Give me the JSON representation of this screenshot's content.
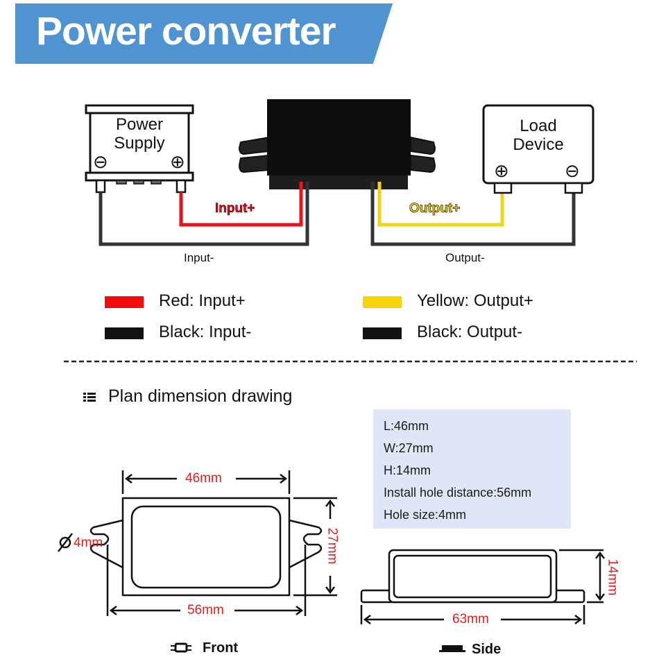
{
  "header": {
    "title": "Power converter",
    "accent_color": "#4f93d0"
  },
  "wiring_diagram": {
    "power_supply": {
      "line1": "Power",
      "line2": "Supply",
      "neg_symbol": "⊖",
      "pos_symbol": "⊕"
    },
    "load_device": {
      "line1": "Load",
      "line2": "Device",
      "pos_symbol": "⊕",
      "neg_symbol": "⊖"
    },
    "wires": {
      "input_plus": {
        "label": "Input+",
        "color": "#e8141b"
      },
      "input_minus": {
        "label": "Input-",
        "color": "#333333"
      },
      "output_plus": {
        "label": "Output+",
        "color": "#f3d21a"
      },
      "output_minus": {
        "label": "Output-",
        "color": "#333333"
      }
    }
  },
  "legend": [
    {
      "color": "#f20d0d",
      "label": "Red: Input+"
    },
    {
      "color": "#111111",
      "label": "Black: Input-"
    },
    {
      "color": "#f8d20a",
      "label": "Yellow: Output+"
    },
    {
      "color": "#111111",
      "label": "Black: Output-"
    }
  ],
  "dimensions_section": {
    "title": "Plan dimension drawing",
    "specs": [
      "L:46mm",
      "W:27mm",
      "H:14mm",
      "Install hole distance:56mm",
      "Hole size:4mm"
    ],
    "front": {
      "length": "46mm",
      "width": "27mm",
      "hole_distance": "56mm",
      "hole_diameter": "4mm",
      "diameter_symbol": "Ø",
      "view_label": "Front"
    },
    "side": {
      "total_length": "63mm",
      "height": "14mm",
      "view_label": "Side"
    },
    "dim_color": "#e01e1e"
  }
}
